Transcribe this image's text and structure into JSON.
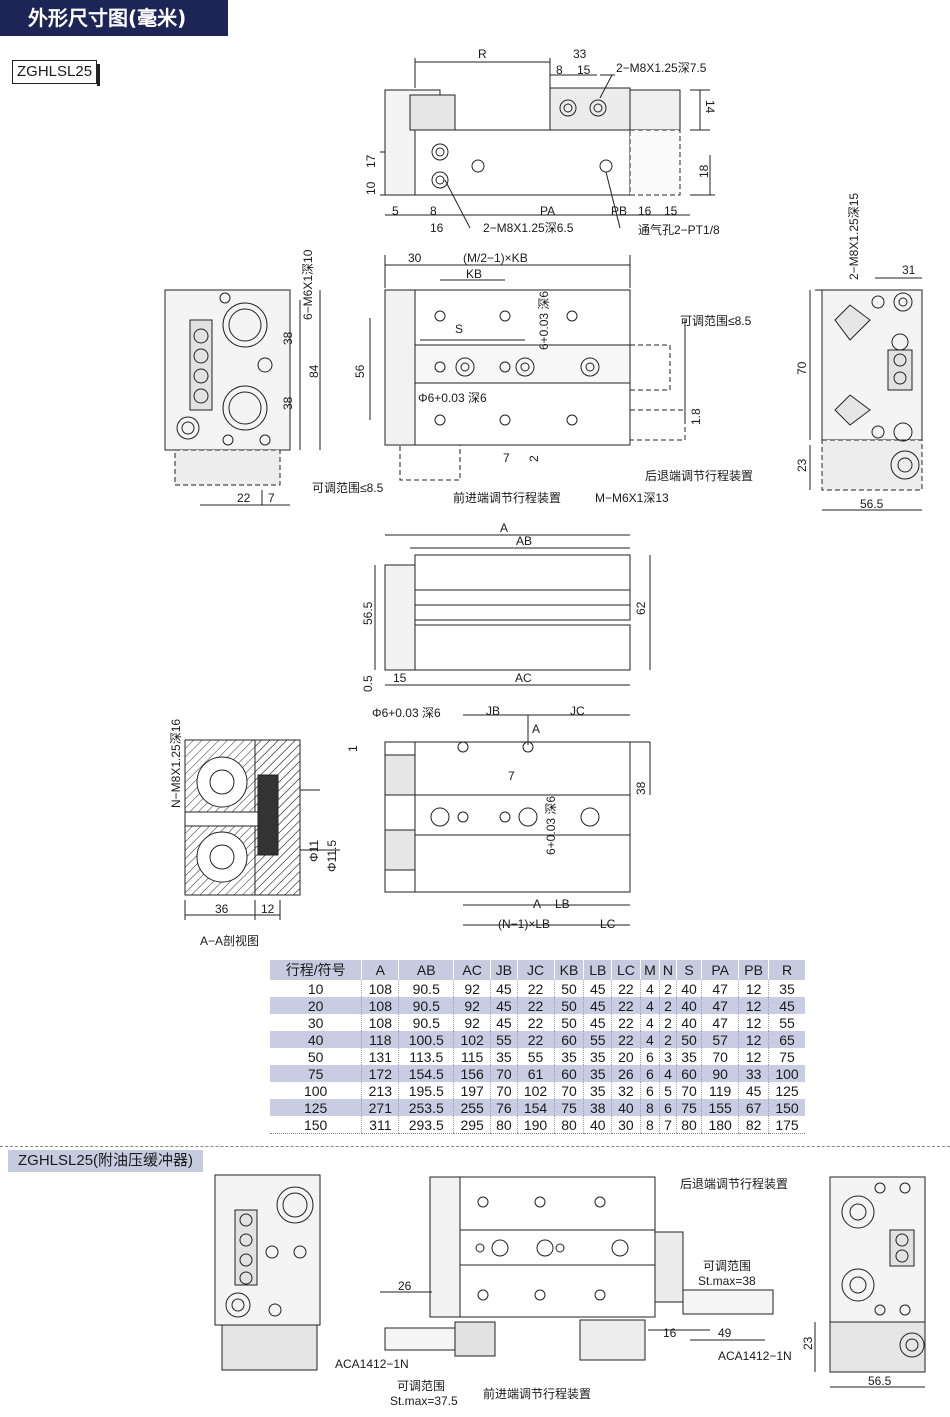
{
  "header": {
    "title": "外形尺寸图(毫米)",
    "model": "ZGHLSL25"
  },
  "labels": {
    "R": "R",
    "d33": "33",
    "d8": "8",
    "d15": "15",
    "m8_75": "2−M8X1.25深7.5",
    "d14": "14",
    "d17": "17",
    "d10": "10",
    "d18": "18",
    "d5": "5",
    "d8b": "8",
    "PA": "PA",
    "PB": "PB",
    "d16": "16",
    "d15b": "15",
    "d16b": "16",
    "m8_65": "2−M8X1.25深6.5",
    "vent": "通气孔2−PT1/8",
    "m6_10": "6−M6X1深10",
    "d38": "38",
    "d84": "84",
    "d38b": "38",
    "d22": "22",
    "d7": "7",
    "d30": "30",
    "mkb": "(M/2−1)×KB",
    "KB": "KB",
    "S": "S",
    "d56": "56",
    "hole1": "Φ6+0.03 深6",
    "depth6": "6+0.03 深6",
    "range1": "可调范围≤8.5",
    "d1_8": "1.8",
    "d7b": "7",
    "d2": "2",
    "rear": "后退端调节行程装置",
    "range2": "可调范围≤8.5",
    "front": "前进端调节行程装置",
    "m6_13": "M−M6X1深13",
    "m8_15": "2−M8X1.25深15",
    "d31": "31",
    "d70": "70",
    "d23": "23",
    "d56_5": "56.5",
    "A": "A",
    "AB": "AB",
    "d56_5b": "56.5",
    "d62": "62",
    "d0_5": "0.5",
    "d15c": "15",
    "AC": "AC",
    "nm8": "N−M8X1.25深16",
    "hole2": "Φ6+0.03 深6",
    "JB": "JB",
    "JC": "JC",
    "A2": "A",
    "d1": "1",
    "d7c": "7",
    "d38c": "38",
    "depth6b": "6+0.03 深6",
    "phi11": "Φ11",
    "phi11_5": "Φ11.5",
    "d36": "36",
    "d12": "12",
    "A3": "A",
    "LB": "LB",
    "nlb": "(N−1)×LB",
    "LC": "LC",
    "section": "A−A剖视图"
  },
  "table": {
    "headers": [
      "行程/符号",
      "A",
      "AB",
      "AC",
      "JB",
      "JC",
      "KB",
      "LB",
      "LC",
      "M",
      "N",
      "S",
      "PA",
      "PB",
      "R"
    ],
    "rows": [
      [
        "10",
        "108",
        "90.5",
        "92",
        "45",
        "22",
        "50",
        "45",
        "22",
        "4",
        "2",
        "40",
        "47",
        "12",
        "35"
      ],
      [
        "20",
        "108",
        "90.5",
        "92",
        "45",
        "22",
        "50",
        "45",
        "22",
        "4",
        "2",
        "40",
        "47",
        "12",
        "45"
      ],
      [
        "30",
        "108",
        "90.5",
        "92",
        "45",
        "22",
        "50",
        "45",
        "22",
        "4",
        "2",
        "40",
        "47",
        "12",
        "55"
      ],
      [
        "40",
        "118",
        "100.5",
        "102",
        "55",
        "22",
        "60",
        "55",
        "22",
        "4",
        "2",
        "50",
        "57",
        "12",
        "65"
      ],
      [
        "50",
        "131",
        "113.5",
        "115",
        "35",
        "55",
        "35",
        "35",
        "20",
        "6",
        "3",
        "35",
        "70",
        "12",
        "75"
      ],
      [
        "75",
        "172",
        "154.5",
        "156",
        "70",
        "61",
        "60",
        "35",
        "26",
        "6",
        "4",
        "60",
        "90",
        "33",
        "100"
      ],
      [
        "100",
        "213",
        "195.5",
        "197",
        "70",
        "102",
        "70",
        "35",
        "32",
        "6",
        "5",
        "70",
        "119",
        "45",
        "125"
      ],
      [
        "125",
        "271",
        "253.5",
        "255",
        "76",
        "154",
        "75",
        "38",
        "40",
        "8",
        "6",
        "75",
        "155",
        "67",
        "150"
      ],
      [
        "150",
        "311",
        "293.5",
        "295",
        "80",
        "190",
        "80",
        "40",
        "30",
        "8",
        "7",
        "80",
        "180",
        "82",
        "175"
      ]
    ]
  },
  "section2": {
    "title": "ZGHLSL25(附油压缓冲器)",
    "rear": "后退端调节行程装置",
    "range": "可调范围",
    "stmax38": "St.max=38",
    "d26": "26",
    "d16": "16",
    "d49": "49",
    "aca1": "ACA1412−1N",
    "aca2": "ACA1412−1N",
    "range2": "可调范围",
    "stmax37": "St.max=37.5",
    "front": "前进端调节行程装置",
    "d23": "23",
    "d56_5": "56.5"
  }
}
